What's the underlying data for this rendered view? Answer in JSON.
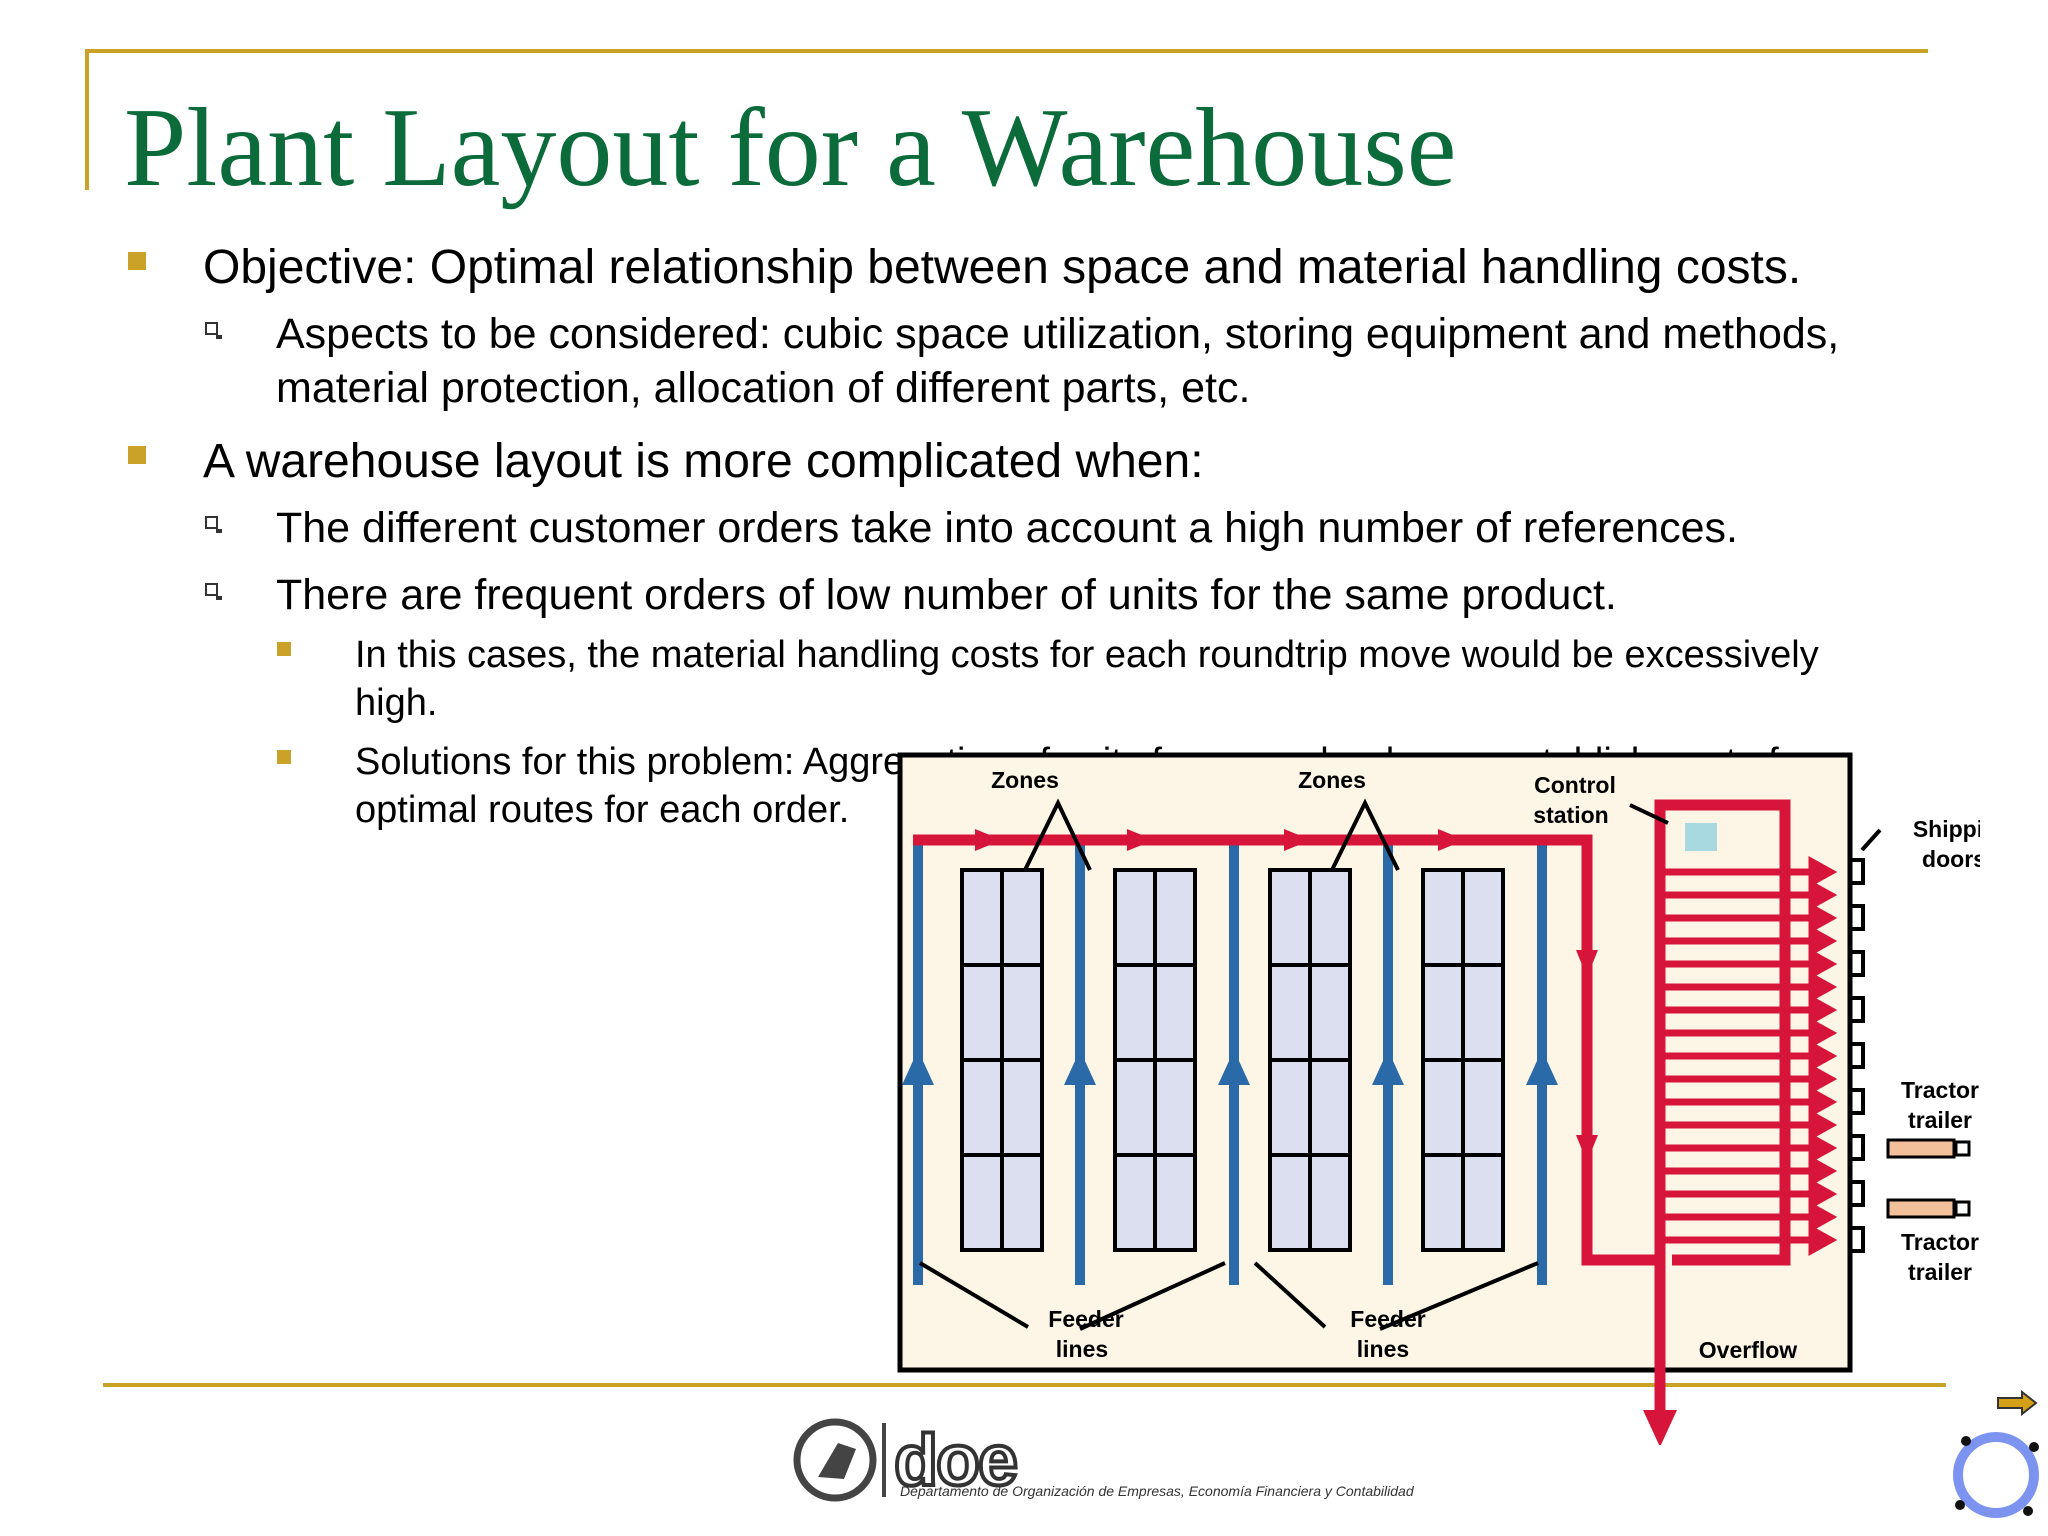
{
  "slide": {
    "title": "Plant Layout for a Warehouse",
    "bullets": {
      "b1": "Objective: Optimal relationship between space and material handling costs.",
      "b1_sub1_line1": "Aspects to be considered: cubic space utilization, storing equipment and methods,",
      "b1_sub1_line2": "material protection, allocation of different parts, etc.",
      "b2": "A warehouse layout is more complicated when:",
      "b2_sub1": "The different customer orders take into account a high number of references.",
      "b2_sub2": "There are frequent orders of low number of units for the same product.",
      "b2_sub2_sub1_line1": "In this cases, the material handling costs for each roundtrip move would be excessively",
      "b2_sub2_sub1_line2": "high.",
      "b2_sub2_sub2_line1": "Solutions for this problem: Aggregation of units for several orders or establishment of",
      "b2_sub2_sub2_line2": "optimal routes for each order."
    }
  },
  "diagram": {
    "labels": {
      "zones_left": "Zones",
      "zones_right": "Zones",
      "control_station_1": "Control",
      "control_station_2": "station",
      "shipping_doors_1": "Shipping",
      "shipping_doors_2": "doors",
      "tractor_trailer_top_1": "Tractor",
      "tractor_trailer_top_2": "trailer",
      "tractor_trailer_bottom_1": "Tractor",
      "tractor_trailer_bottom_2": "trailer",
      "feeder_lines_left_1": "Feeder",
      "feeder_lines_left_2": "lines",
      "feeder_lines_right_1": "Feeder",
      "feeder_lines_right_2": "lines",
      "overflow": "Overflow"
    },
    "colors": {
      "floor": "#FDF5E6",
      "flow_red": "#D7153A",
      "feeder_blue": "#2A6AA8",
      "rack_fill": "#DCDFF0",
      "control_station": "#A8D8E0",
      "trailer": "#F2C09A"
    },
    "rack_count": 4,
    "shipping_arrow_count": 17
  },
  "footer": {
    "logo_text": "doe",
    "department": "Departamento de Organización de Empresas, Economía Financiera y Contabilidad"
  },
  "theme": {
    "title_color": "#0B6B3A",
    "accent": "#C9A227"
  }
}
